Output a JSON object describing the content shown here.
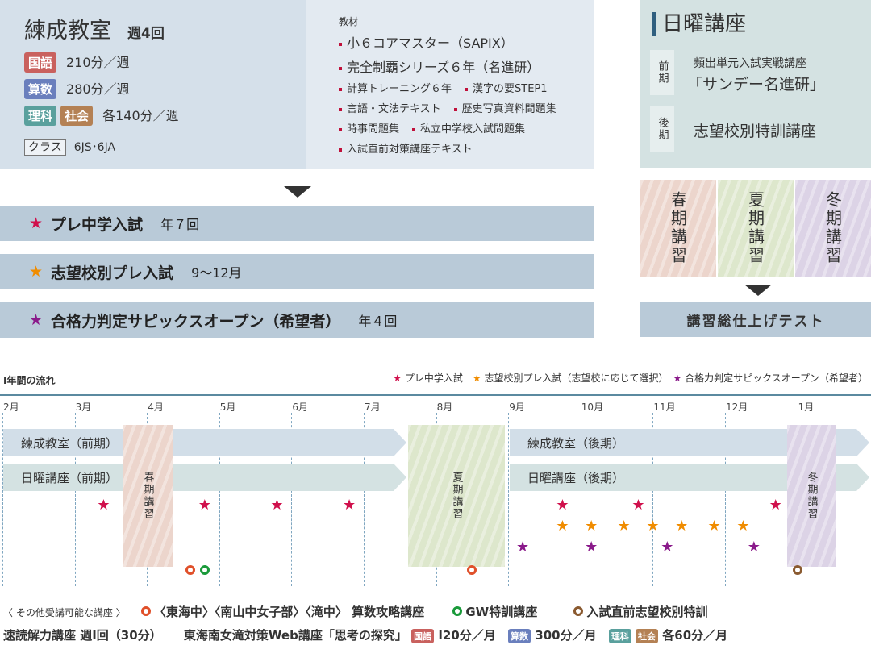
{
  "main_class": {
    "title": "練成教室",
    "freq": "週4回",
    "kokugo": "国語",
    "kokugo_time": "210分／週",
    "sansu": "算数",
    "sansu_time": "280分／週",
    "rika": "理科",
    "shakai": "社会",
    "rs_time": "各140分／週",
    "class_label": "クラス",
    "class_value": "6JS･6JA"
  },
  "materials": {
    "heading": "教材",
    "items": [
      "小６コアマスター（SAPIX）",
      "完全制覇シリーズ６年（名進研）",
      "計算トレーニング６年",
      "漢字の要STEP1",
      "言語・文法テキスト",
      "歴史写真資料問題集",
      "時事問題集",
      "私立中学校入試問題集",
      "入試直前対策講座テキスト"
    ]
  },
  "sunday": {
    "title": "日曜講座",
    "zenki": "前期",
    "zenki_text1": "頻出単元入試実戦講座",
    "zenki_text2": "「サンデー名進研」",
    "kouki": "後期",
    "kouki_text": "志望校別特訓講座"
  },
  "seasons": {
    "spring": "春期講習",
    "summer": "夏期講習",
    "winter": "冬期講習",
    "final_test": "講習総仕上げテスト"
  },
  "tests": [
    {
      "label": "プレ中学入試",
      "sub": "年７回",
      "color": "#d0104c"
    },
    {
      "label": "志望校別プレ入試",
      "sub": "9～12月",
      "color": "#f08c00"
    },
    {
      "label": "合格力判定サピックスオープン（希望者）",
      "sub": "年４回",
      "color": "#8a1a8a"
    }
  ],
  "timeline": {
    "title": "Ⅰ年間の流れ",
    "legend": [
      "プレ中学入試",
      "志望校別プレ入試（志望校に応じて選択）",
      "合格力判定サピックスオープン（希望者）"
    ],
    "months": [
      "2月",
      "3月",
      "4月",
      "5月",
      "6月",
      "7月",
      "8月",
      "9月",
      "10月",
      "11月",
      "12月",
      "1月"
    ],
    "rensei_zenki": "練成教室（前期）",
    "nichiyo_zenki": "日曜講座（前期）",
    "rensei_kouki": "練成教室（後期）",
    "nichiyo_kouki": "日曜講座（後期）",
    "red_stars": [
      1.4,
      2.8,
      3.8,
      4.8,
      7.75,
      8.8,
      10.7
    ],
    "orange_stars": [
      7.75,
      8.15,
      8.6,
      9.0,
      9.4,
      9.85,
      10.25
    ],
    "purple_stars": [
      7.2,
      8.15,
      9.2,
      10.4
    ],
    "circles": [
      {
        "m": 2.6,
        "color": "#e0502a"
      },
      {
        "m": 2.8,
        "color": "#1a9a3a"
      },
      {
        "m": 6.5,
        "color": "#e0502a"
      },
      {
        "m": 11.0,
        "color": "#8a5a30"
      }
    ]
  },
  "other": {
    "heading": "〈 その他受講可能な講座 〉",
    "c1": "〈東海中〉〈南山中女子部〉〈滝中〉 算数攻略講座",
    "c2": "GW特訓講座",
    "c3": "入試直前志望校別特訓",
    "sokudoku": "速読解力講座 週Ⅰ回（30分）",
    "web": "東海南女滝対策Web講座「思考の探究」",
    "kokugo": "国語",
    "kokugo_time": "Ⅰ20分／月",
    "sansu": "算数",
    "sansu_time": "300分／月",
    "rika": "理科",
    "shakai": "社会",
    "rs_time": "各60分／月"
  }
}
